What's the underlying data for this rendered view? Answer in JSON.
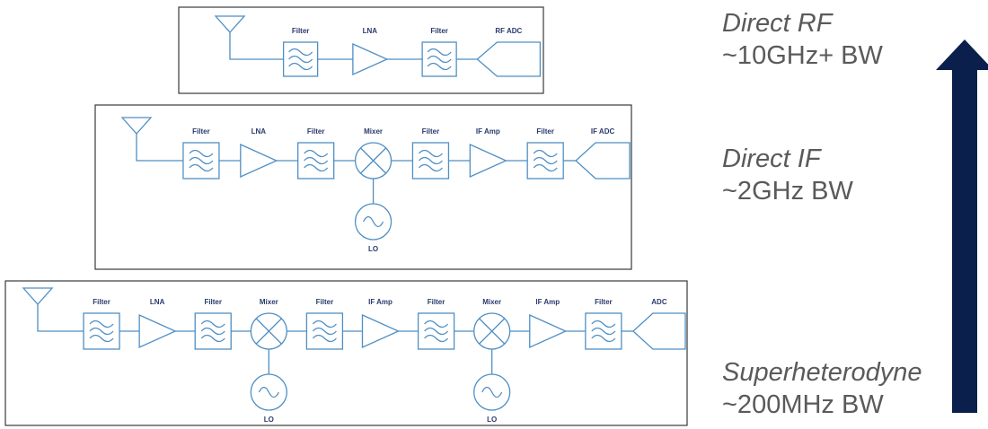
{
  "architectures": [
    {
      "name": "Direct RF",
      "bandwidth": "~10GHz+ BW",
      "blocks": [
        {
          "type": "filter",
          "label": "Filter"
        },
        {
          "type": "lna",
          "label": "LNA"
        },
        {
          "type": "filter",
          "label": "Filter"
        },
        {
          "type": "adc",
          "label": "RF ADC"
        }
      ]
    },
    {
      "name": "Direct IF",
      "bandwidth": "~2GHz BW",
      "blocks": [
        {
          "type": "filter",
          "label": "Filter"
        },
        {
          "type": "lna",
          "label": "LNA"
        },
        {
          "type": "filter",
          "label": "Filter"
        },
        {
          "type": "mixer",
          "label": "Mixer",
          "lo_label": "LO"
        },
        {
          "type": "filter",
          "label": "Filter"
        },
        {
          "type": "amp",
          "label": "IF Amp"
        },
        {
          "type": "filter",
          "label": "Filter"
        },
        {
          "type": "adc",
          "label": "IF ADC"
        }
      ]
    },
    {
      "name": "Superheterodyne",
      "bandwidth": "~200MHz BW",
      "blocks": [
        {
          "type": "filter",
          "label": "Filter"
        },
        {
          "type": "lna",
          "label": "LNA"
        },
        {
          "type": "filter",
          "label": "Filter"
        },
        {
          "type": "mixer",
          "label": "Mixer",
          "lo_label": "LO"
        },
        {
          "type": "filter",
          "label": "Filter"
        },
        {
          "type": "amp",
          "label": "IF Amp"
        },
        {
          "type": "filter",
          "label": "Filter"
        },
        {
          "type": "mixer",
          "label": "Mixer",
          "lo_label": "LO"
        },
        {
          "type": "amp",
          "label": "IF Amp"
        },
        {
          "type": "filter",
          "label": "Filter"
        },
        {
          "type": "adc",
          "label": "ADC"
        }
      ]
    }
  ],
  "colors": {
    "line": "#4f8fc4",
    "label": "#2b3a6b",
    "frame": "#3a3a3a",
    "arrow": "#0b1f4d",
    "text": "#5a5a5a"
  }
}
